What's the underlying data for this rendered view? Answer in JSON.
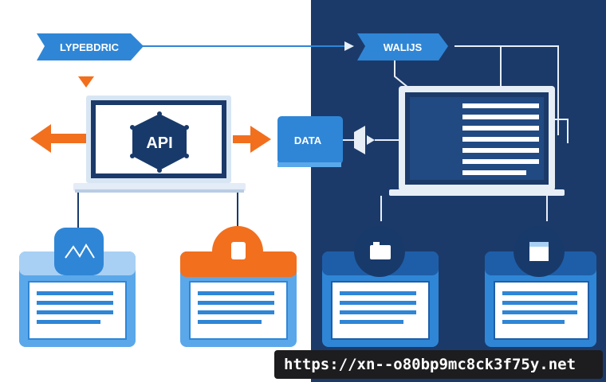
{
  "labels": {
    "left_tag": "LYPEBDRIC",
    "right_tag": "WALIJS",
    "api": "API",
    "data_tag": "DATA"
  },
  "watermark": {
    "url": "https://xn--o80bp9mc8ck3f75y.net"
  },
  "icons": {
    "cloud_1": "wave-icon",
    "cloud_2": "document-icon",
    "cloud_3": "toolbox-icon",
    "cloud_4": "window-icon"
  },
  "colors": {
    "left_bg": "#ffffff",
    "right_bg": "#1b3a6a",
    "primary_blue": "#2f86d6",
    "accent_orange": "#f26f1e",
    "navy": "#183a6b",
    "light_blue": "#5aa8ea"
  }
}
